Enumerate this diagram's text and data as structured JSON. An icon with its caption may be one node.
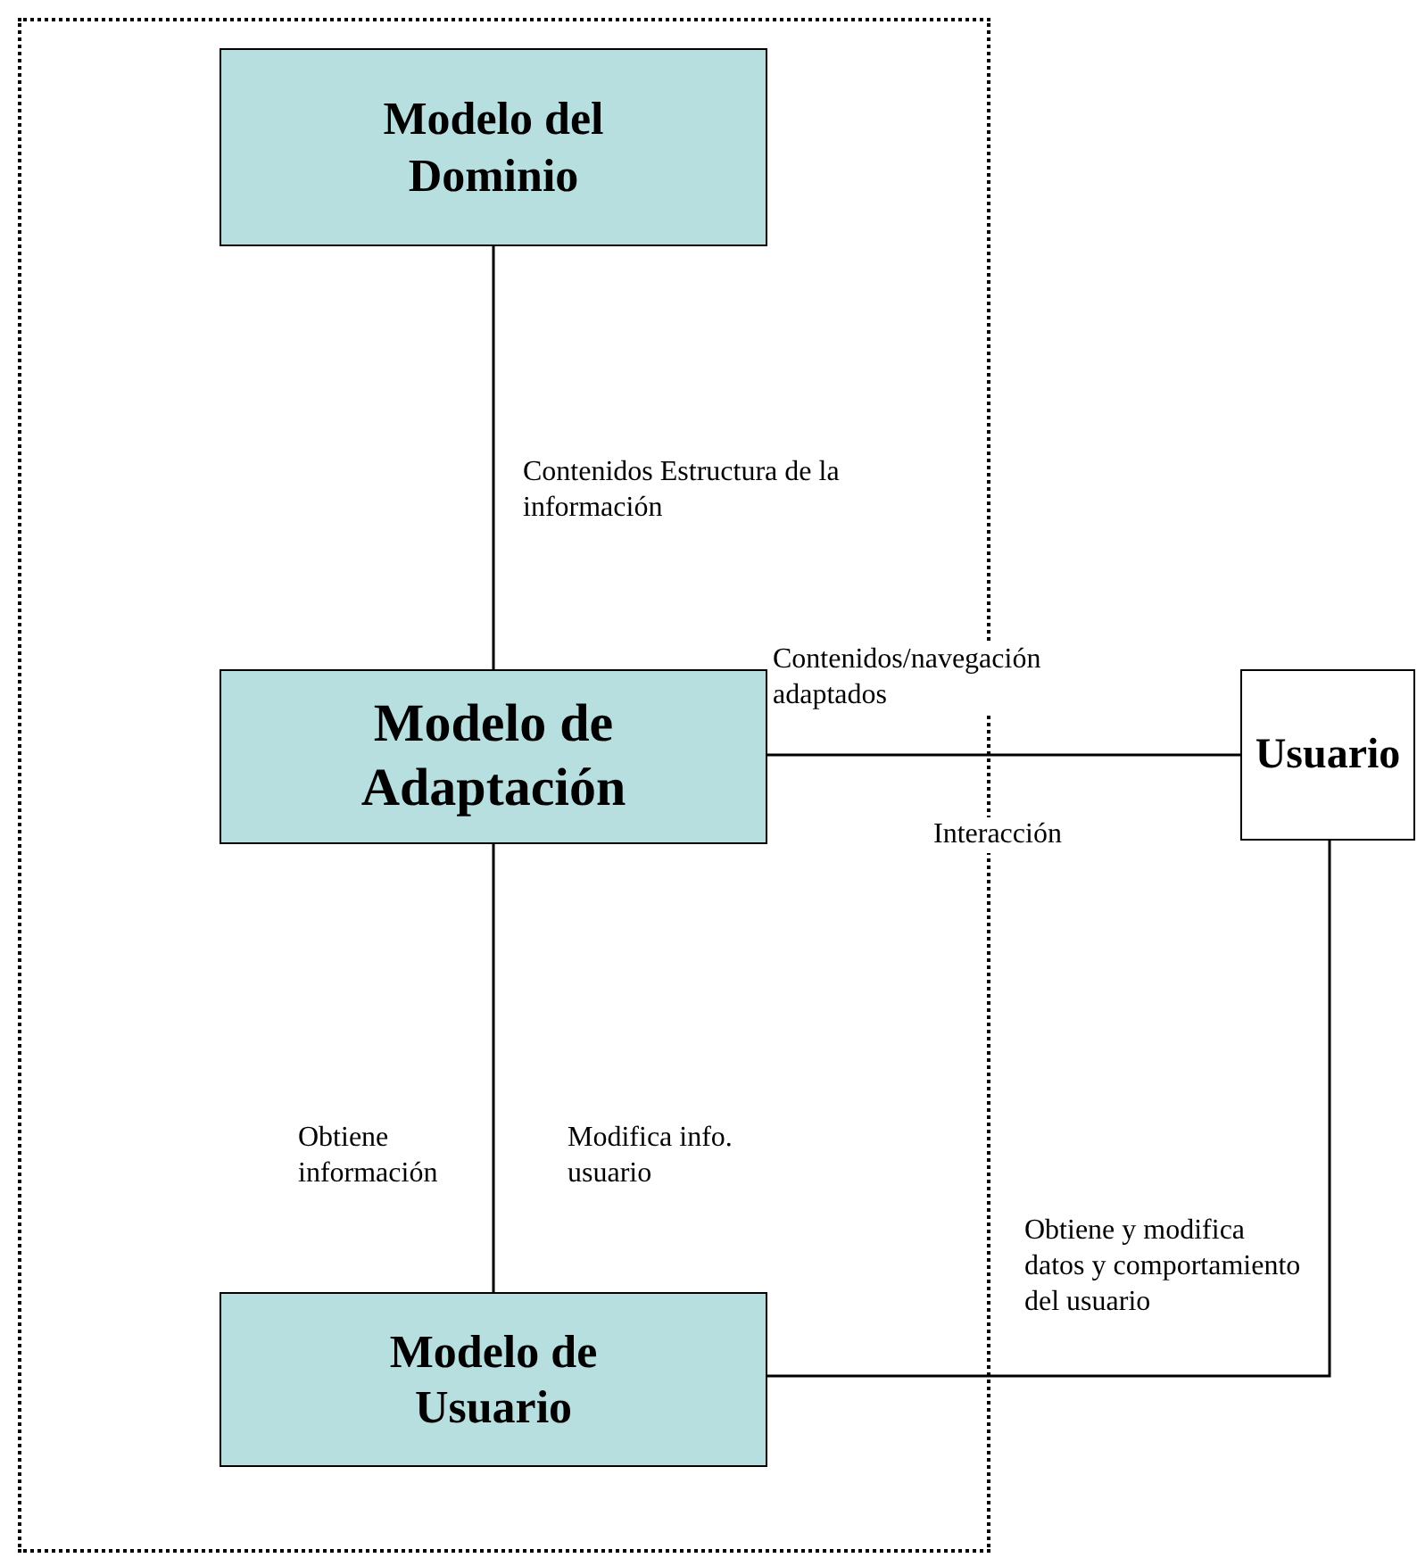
{
  "diagram": {
    "nodes": [
      {
        "text": [],
        "shape": "box"
      },
      {
        "text": [
          "Modelo del Dominio"
        ],
        "in": 0
      },
      {
        "text": [
          "Modelo de Adaptación"
        ],
        "in": 0
      },
      {
        "text": [
          "Modelo de Usuario"
        ],
        "in": 0
      },
      {
        "text": [
          "Usuario"
        ]
      }
    ],
    "edges": [
      {
        "from": 1,
        "to": 2,
        "arrow": "none",
        "label": "Contenidos Estructura de la información"
      },
      {
        "from": 2,
        "to": 4,
        "arrow": "none",
        "label": "Contenidos/navegación adaptados"
      },
      {
        "from": 2,
        "to": 3,
        "arrow": "none",
        "label": "Modifica info. usuario"
      },
      {
        "from": 3,
        "to": 4,
        "arrow": "none",
        "label": "Obtiene y modifica datos y comportamiento del usuario"
      }
    ],
    "labels": [
      "Interacción",
      "Obtiene información"
    ]
  }
}
